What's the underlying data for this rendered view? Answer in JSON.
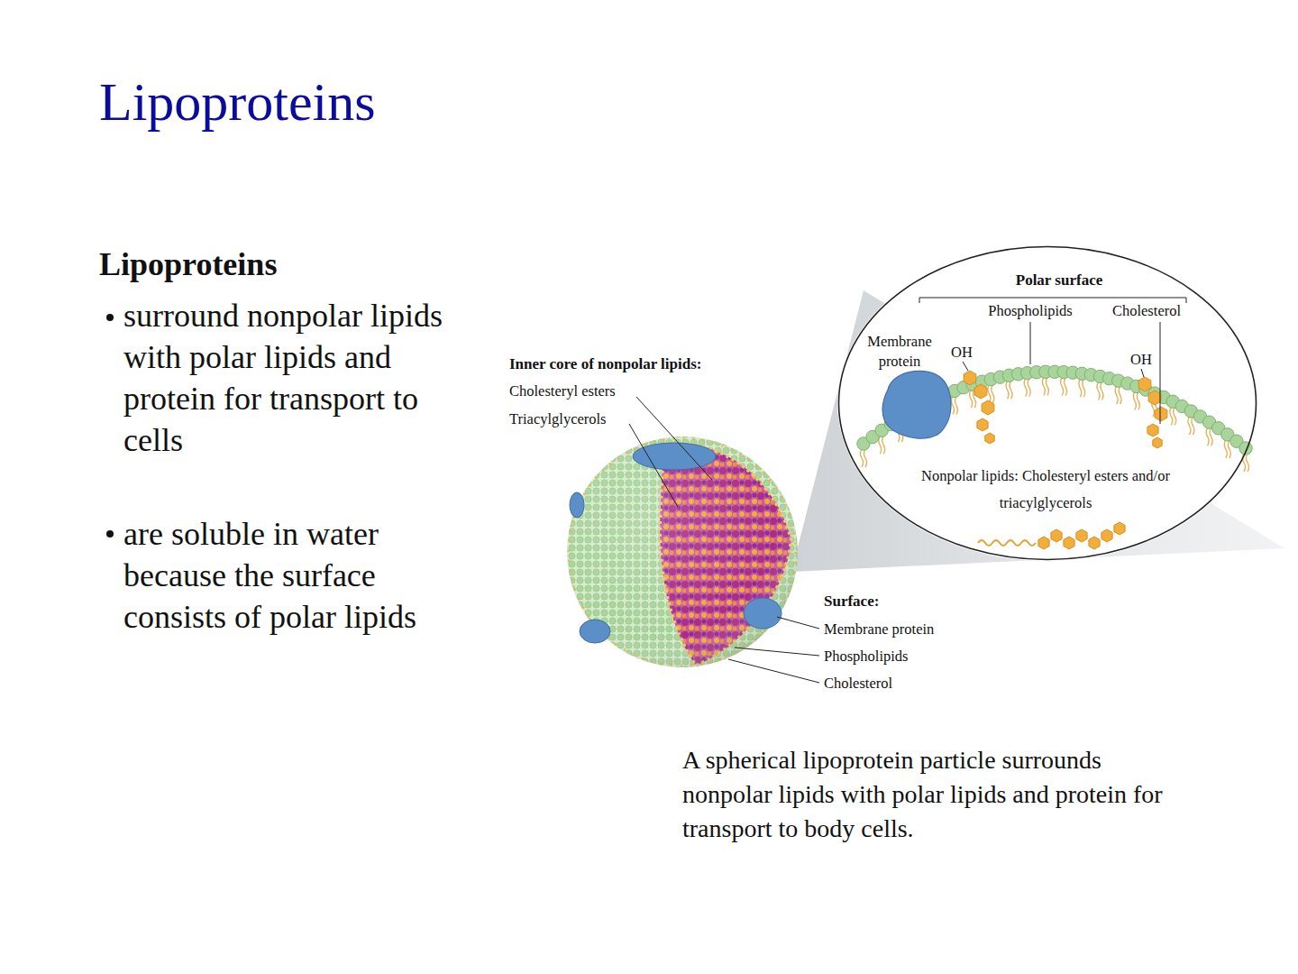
{
  "diagram": {
    "title": "Lipoproteins",
    "caption": "A spherical lipoprotein particle surrounds nonpolar lipids with polar lipids and protein for transport to body cells.",
    "nodes": [
      {
        "text": [
          "Polar surface",
          "Membrane protein",
          "OH",
          "Phospholipids",
          "Cholesterol",
          "OH",
          "Nonpolar lipids: Cholesteryl esters and/or triacylglycerols"
        ]
      }
    ],
    "labels": [
      "Lipoproteins",
      "surround nonpolar lipids with polar lipids and protein for transport to cells",
      "are soluble in water because the surface consists of polar lipids",
      "Inner core of nonpolar lipids:",
      "Cholesteryl esters",
      "Triacylglycerols",
      "Surface:",
      "Membrane protein",
      "Phospholipids",
      "Cholesterol"
    ]
  }
}
